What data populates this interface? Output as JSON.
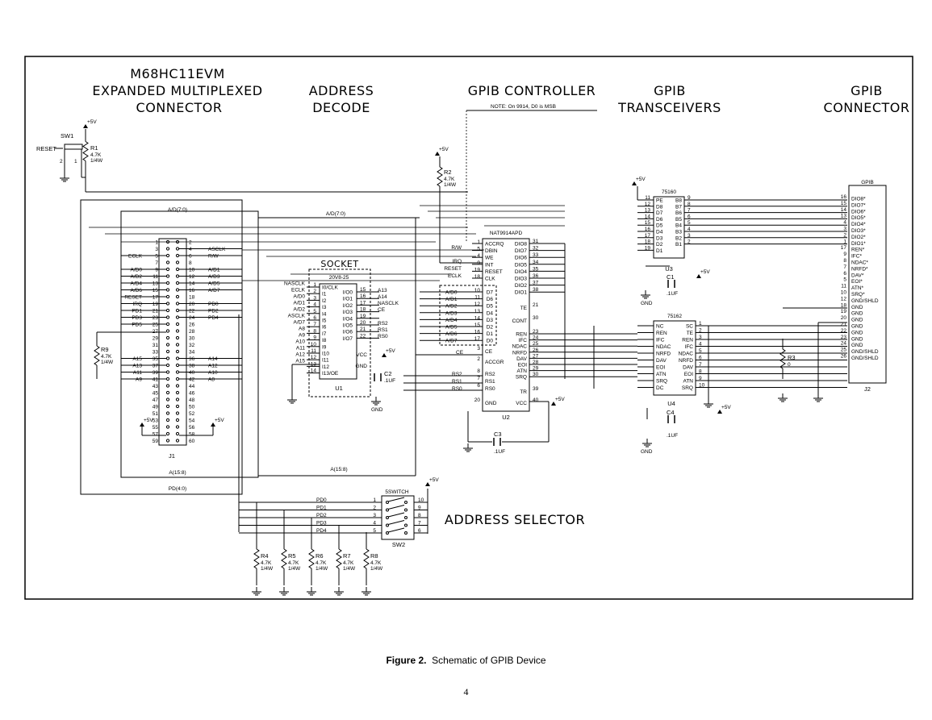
{
  "sections": {
    "evm_line1": "M68HC11EVM",
    "evm_line2": "EXPANDED MULTIPLEXED",
    "evm_line3": "CONNECTOR",
    "addr_line1": "ADDRESS",
    "addr_line2": "DECODE",
    "gpib_ctrl": "GPIB CONTROLLER",
    "trans_line1": "GPIB",
    "trans_line2": "TRANSCEIVERS",
    "conn_line1": "GPIB",
    "conn_line2": "CONNECTOR",
    "addr_selector": "ADDRESS SELECTOR"
  },
  "note": "NOTE: On 9914, D0 is MSB",
  "components": {
    "sw1": "SW1",
    "reset": "RESET",
    "r1": [
      "R1",
      "4.7K",
      "1/4W"
    ],
    "r2": [
      "R2",
      "4.7K",
      "1/4W"
    ],
    "r3": [
      "R3",
      "0"
    ],
    "r9": [
      "R9",
      "4.7K",
      "1/4W"
    ],
    "socket": "SOCKET",
    "pal": "20V8-25",
    "u1": "U1",
    "u2": "U2",
    "u2_part": "NAT9914APD",
    "u3": "U3",
    "u3_part": "75160",
    "u4": "U4",
    "u4_part": "75162",
    "j1": "J1",
    "j2": "J2",
    "gpib_hdr": "GPIB",
    "c1": "C1",
    "c2": "C2",
    "c3": "C3",
    "c4": "C4",
    "cap_val": ".1UF",
    "c2_val": ".1UF",
    "sw2": "SW2",
    "sswitch": "5SWITCH",
    "plus5": "+5V",
    "gnd": "GND",
    "bus_ad_left": "A/D(7:0)",
    "bus_ad_mid": "A/D(7:0)",
    "bus_a158_left": "A(15:8)",
    "bus_a158_mid": "A(15:8)",
    "bus_pd": "PD(4:0)"
  },
  "resistors_bottom": [
    {
      "name": "R4",
      "val": "4.7K",
      "pwr": "1/4W"
    },
    {
      "name": "R5",
      "val": "4.7K",
      "pwr": "1/4W"
    },
    {
      "name": "R6",
      "val": "4.7K",
      "pwr": "1/4W"
    },
    {
      "name": "R7",
      "val": "4.7K",
      "pwr": "1/4W"
    },
    {
      "name": "R8",
      "val": "4.7K",
      "pwr": "1/4W"
    }
  ],
  "caption": {
    "label": "Figure 2.",
    "text": "Schematic of GPIB Device"
  },
  "page_number": "4"
}
